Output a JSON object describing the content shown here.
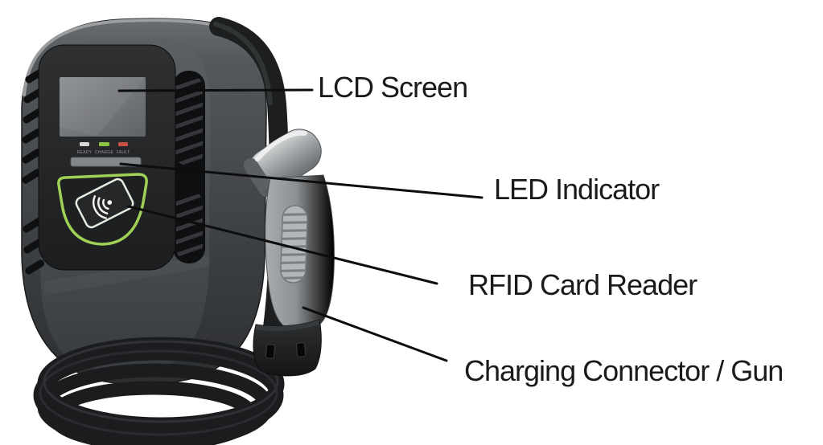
{
  "annotations": {
    "lcd": "LCD Screen",
    "led": "LED Indicator",
    "rfid": "RFID Card Reader",
    "gun": "Charging Connector / Gun"
  },
  "device": {
    "type": "wall-mounted EV charging station with coiled cable and charging gun",
    "leds": [
      {
        "label": "READY",
        "color": "#d6d7d8"
      },
      {
        "label": "CHARGE",
        "color": "#8bc53f"
      },
      {
        "label": "FAULT",
        "color": "#cb4f41"
      }
    ]
  },
  "colors": {
    "background": "#ffffff",
    "callout_line": "#0d0d0d",
    "label_text": "#1a1a1a",
    "rfid_outline": "#9ed156",
    "card_outline": "#e4ede0"
  }
}
